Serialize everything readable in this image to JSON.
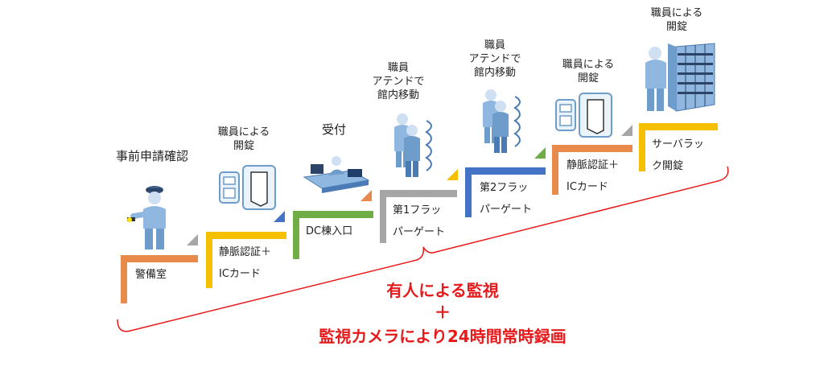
{
  "steps": [
    {
      "label": "警備室",
      "above": "事前申請確認",
      "bar": "#e98a4d",
      "tri": "#a6a6a6"
    },
    {
      "label_lines": [
        "静脈認証＋",
        "ICカード"
      ],
      "above": "職員による\n開錠",
      "bar": "#f5c000",
      "tri": "#4472c4"
    },
    {
      "label": "DC棟入口",
      "above": "受付",
      "bar": "#70ad47",
      "tri": "#e98a4d"
    },
    {
      "label_lines": [
        "第1フラッ",
        "パーゲート"
      ],
      "above": "職員\nアテンドで\n館内移動",
      "bar": "#a6a6a6",
      "tri": "#f5c000"
    },
    {
      "label_lines": [
        "第2フラッ",
        "パーゲート"
      ],
      "above": "職員\nアテンドで\n館内移動",
      "bar": "#4472c4",
      "tri": "#70ad47"
    },
    {
      "label_lines": [
        "静脈認証＋",
        "ICカード"
      ],
      "above": "職員による\n開錠",
      "bar": "#e98a4d",
      "tri": "#a6a6a6"
    },
    {
      "label_lines": [
        "サーバラッ",
        "ク開錠"
      ],
      "above": "職員による\n開錠",
      "bar": "#f5c000"
    }
  ],
  "summary": {
    "line1": "有人による監視",
    "plus": "＋",
    "line2": "監視カメラにより24時間常時録画"
  },
  "accent_color": "#e8191b",
  "icons": [
    "guard-icon",
    "door-lock-icon",
    "reception-icon",
    "staff-escort-icon",
    "staff-escort-icon",
    "door-lock-icon",
    "server-rack-icon"
  ]
}
